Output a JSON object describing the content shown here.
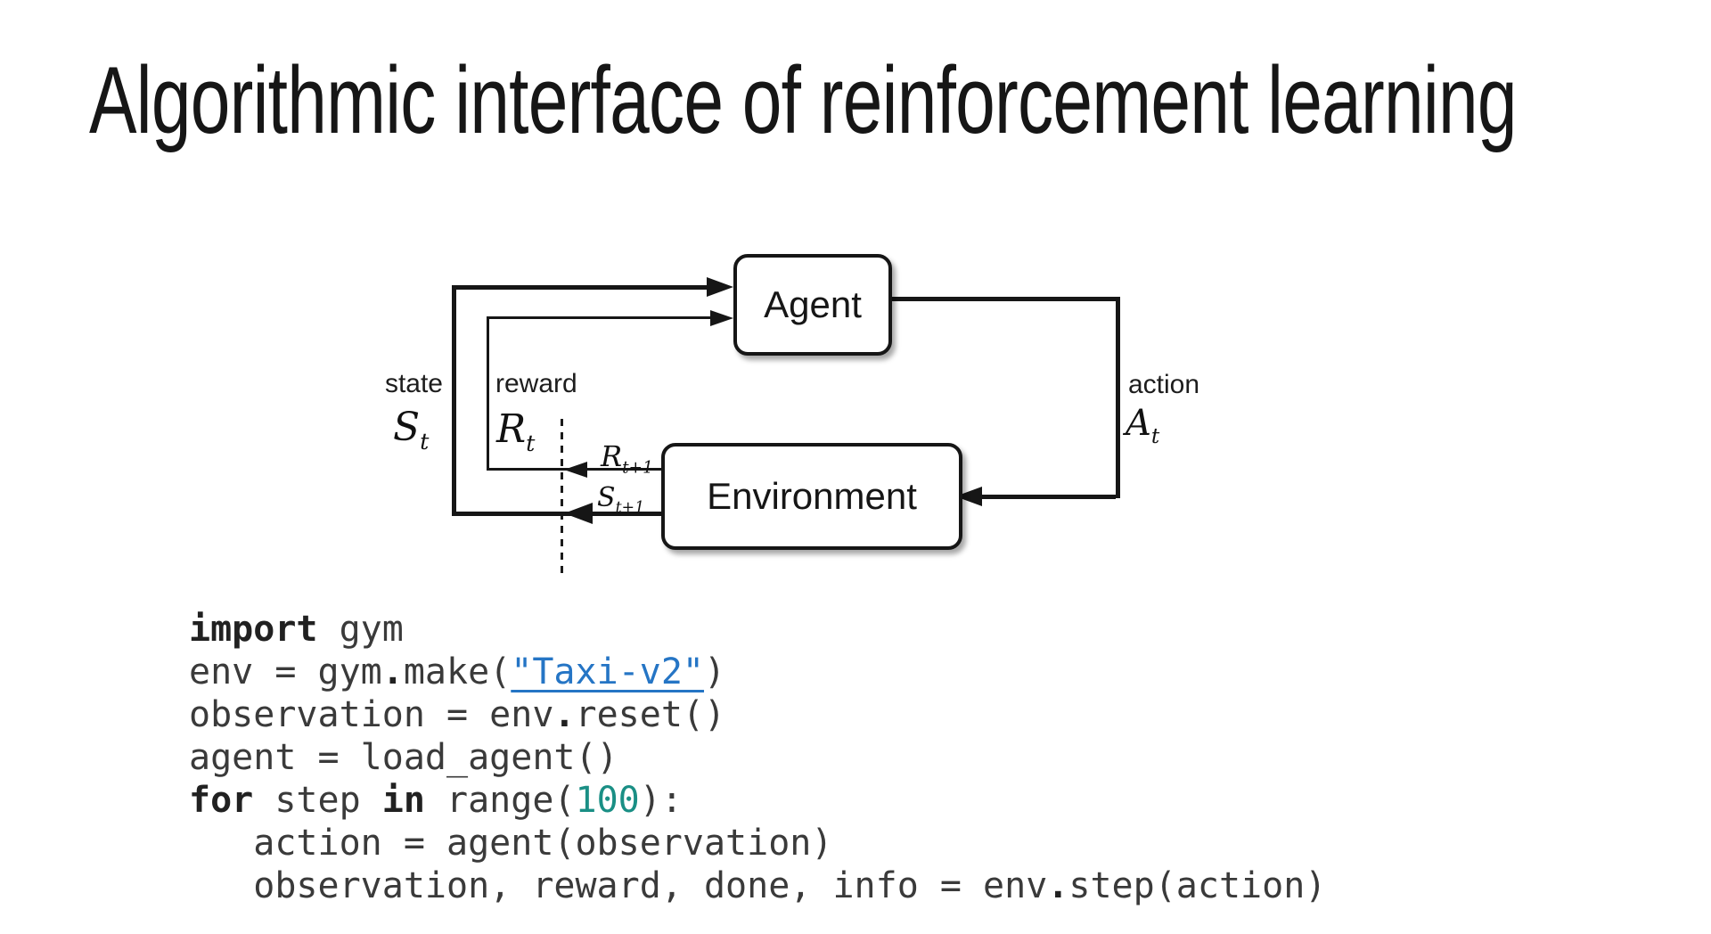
{
  "title": "Algorithmic interface of reinforcement learning",
  "colors": {
    "background": "#ffffff",
    "ink": "#161616",
    "code_plain": "#3a3a3a",
    "code_keyword": "#212121",
    "code_number_teal": "#1a8f85",
    "code_link_blue": "#2575c5"
  },
  "diagram": {
    "agent": "Agent",
    "environment": "Environment",
    "labels": {
      "state": "state",
      "reward": "reward",
      "action": "action"
    },
    "symbols": {
      "state": {
        "base": "S",
        "sub": "t"
      },
      "reward": {
        "base": "R",
        "sub": "t"
      },
      "action": {
        "base": "A",
        "sub": "t"
      },
      "reward_next": {
        "base": "R",
        "sub": "t+1"
      },
      "state_next": {
        "base": "S",
        "sub": "t+1"
      }
    }
  },
  "code": {
    "lines": [
      {
        "tokens": [
          {
            "text": "import",
            "type": "keyword"
          },
          {
            "text": " gym",
            "type": "plain"
          }
        ]
      },
      {
        "tokens": [
          {
            "text": "env = gym",
            "type": "plain"
          },
          {
            "text": ".",
            "type": "operator"
          },
          {
            "text": "make(",
            "type": "plain"
          },
          {
            "text": "\"Taxi-v2\"",
            "type": "string-link"
          },
          {
            "text": ")",
            "type": "plain"
          }
        ]
      },
      {
        "tokens": [
          {
            "text": "observation = env",
            "type": "plain"
          },
          {
            "text": ".",
            "type": "operator"
          },
          {
            "text": "reset()",
            "type": "plain"
          }
        ]
      },
      {
        "tokens": [
          {
            "text": "agent = load_agent()",
            "type": "plain"
          }
        ]
      },
      {
        "tokens": [
          {
            "text": "for",
            "type": "keyword"
          },
          {
            "text": " step ",
            "type": "plain"
          },
          {
            "text": "in",
            "type": "keyword"
          },
          {
            "text": " range(",
            "type": "plain"
          },
          {
            "text": "100",
            "type": "number"
          },
          {
            "text": "):",
            "type": "plain"
          }
        ]
      },
      {
        "tokens": [
          {
            "text": "   action = agent(observation)",
            "type": "plain"
          }
        ]
      },
      {
        "tokens": [
          {
            "text": "   observation, reward, done, info = env",
            "type": "plain"
          },
          {
            "text": ".",
            "type": "operator"
          },
          {
            "text": "step(action)",
            "type": "plain"
          }
        ]
      }
    ]
  }
}
